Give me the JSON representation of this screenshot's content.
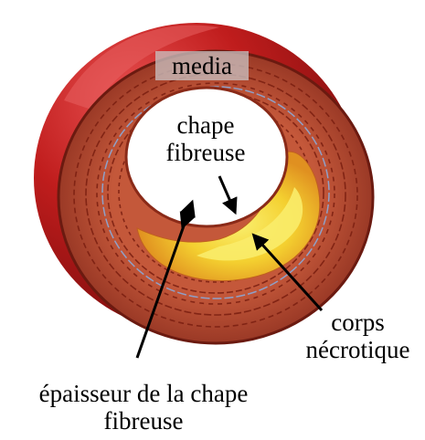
{
  "labels": {
    "media": "media",
    "chape_line1": "chape",
    "chape_line2": "fibreuse",
    "corps_line1": "corps",
    "corps_line2": "nécrotique",
    "epaisseur_line1": "épaisseur de la chape",
    "epaisseur_line2": "fibreuse"
  },
  "colors": {
    "outer_wall": "#b51616",
    "outer_wall_highlight": "#e04545",
    "cut_face": "#a8432c",
    "media_fiber": "#7a1e10",
    "plaque": "#f2cf30",
    "plaque_core": "#f8e65a",
    "lumen": "#ffffff",
    "elastic_lamina": "#8fa0c8",
    "label_text": "#000000"
  }
}
